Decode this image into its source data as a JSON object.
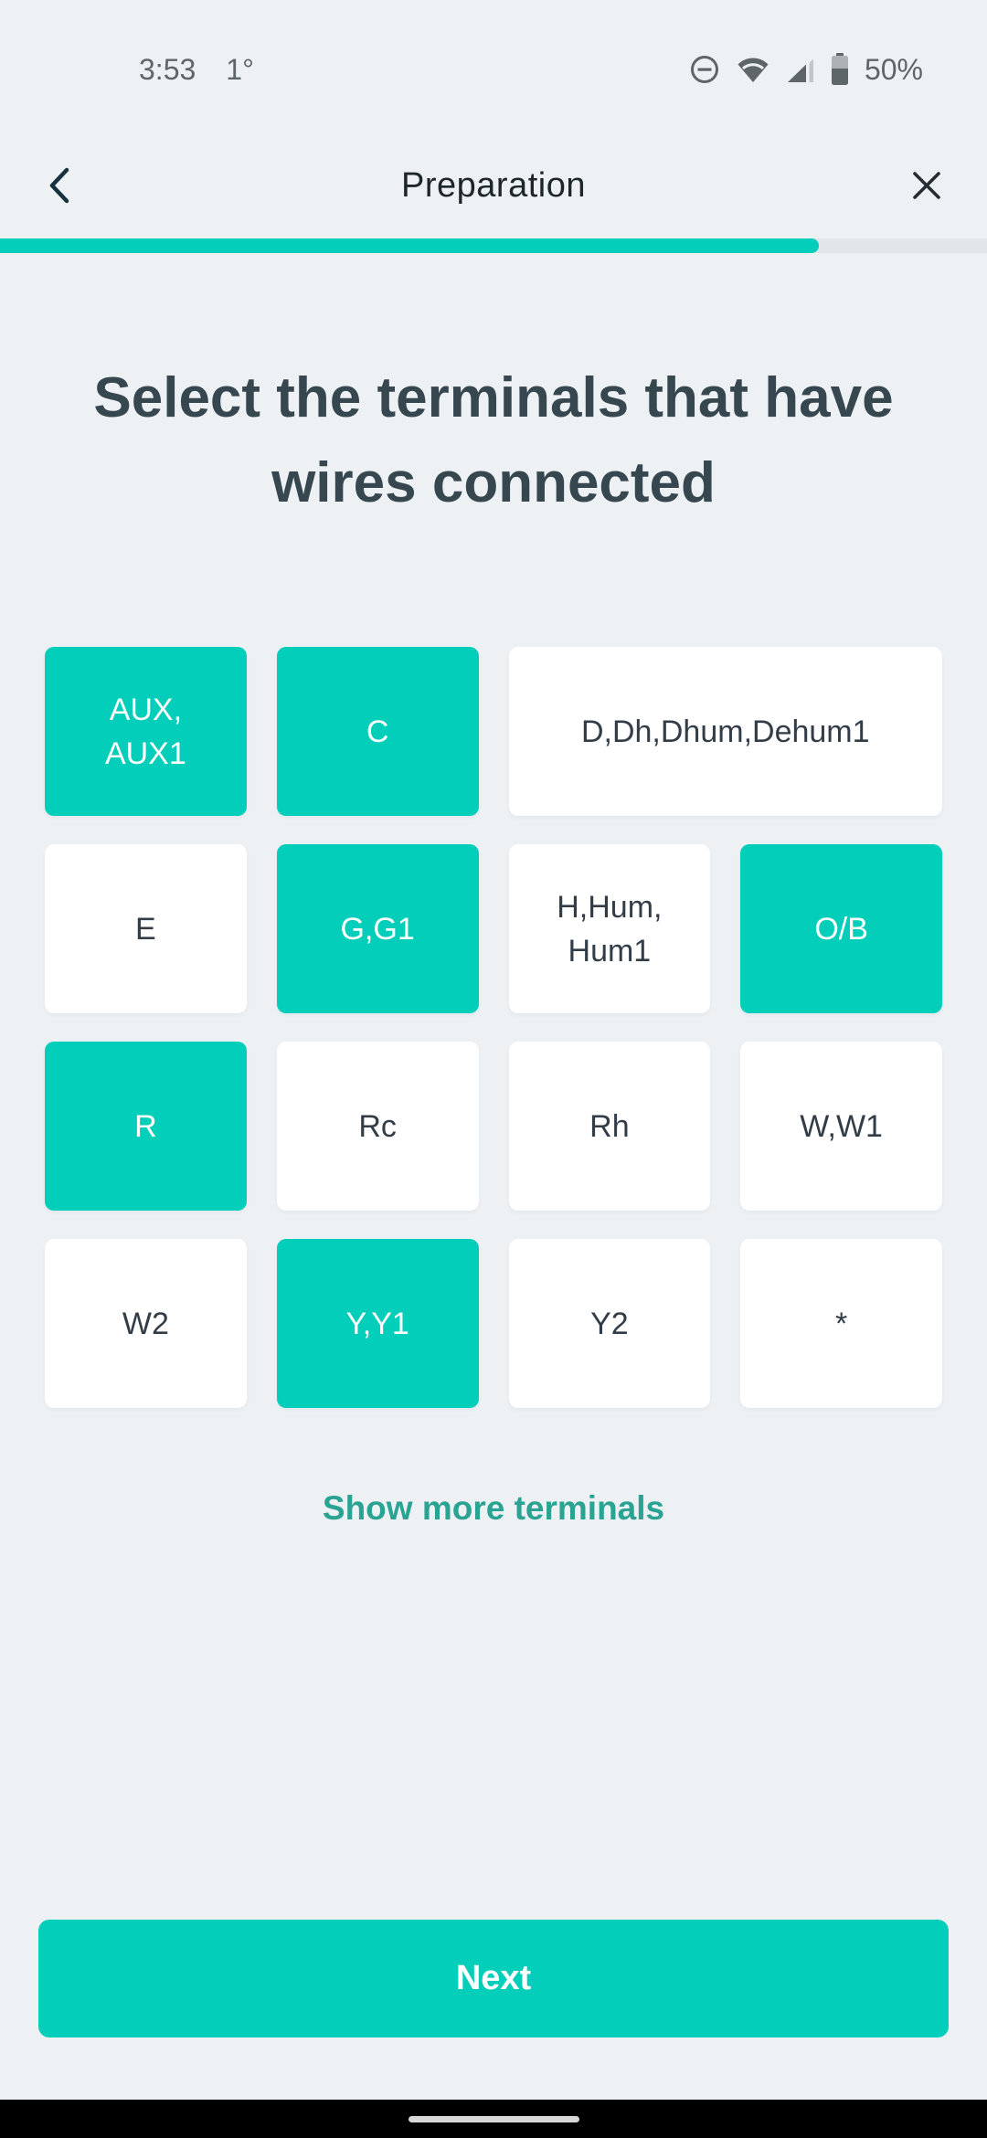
{
  "status_bar": {
    "time": "3:53",
    "temperature": "1°",
    "battery_percent": "50%",
    "icons": [
      "do-not-disturb-icon",
      "wifi-icon",
      "cellular-signal-icon",
      "battery-icon"
    ]
  },
  "header": {
    "title": "Preparation",
    "back_icon": "chevron-left-icon",
    "close_icon": "close-icon"
  },
  "progress": {
    "percent": 83
  },
  "main": {
    "title": "Select the terminals that have wires connected",
    "terminals": [
      {
        "id": "aux-aux1",
        "label": "AUX,\nAUX1",
        "selected": true,
        "span": 1
      },
      {
        "id": "c",
        "label": "C",
        "selected": true,
        "span": 1
      },
      {
        "id": "d-dh-dhum-dehum1",
        "label": "D,Dh,Dhum,Dehum1",
        "selected": false,
        "span": 2
      },
      {
        "id": "e",
        "label": "E",
        "selected": false,
        "span": 1
      },
      {
        "id": "g-g1",
        "label": "G,G1",
        "selected": true,
        "span": 1
      },
      {
        "id": "h-hum-hum1",
        "label": "H,Hum,\nHum1",
        "selected": false,
        "span": 1
      },
      {
        "id": "o-b",
        "label": "O/B",
        "selected": true,
        "span": 1
      },
      {
        "id": "r",
        "label": "R",
        "selected": true,
        "span": 1
      },
      {
        "id": "rc",
        "label": "Rc",
        "selected": false,
        "span": 1
      },
      {
        "id": "rh",
        "label": "Rh",
        "selected": false,
        "span": 1
      },
      {
        "id": "w-w1",
        "label": "W,W1",
        "selected": false,
        "span": 1
      },
      {
        "id": "w2",
        "label": "W2",
        "selected": false,
        "span": 1
      },
      {
        "id": "y-y1",
        "label": "Y,Y1",
        "selected": true,
        "span": 1
      },
      {
        "id": "y2",
        "label": "Y2",
        "selected": false,
        "span": 1
      },
      {
        "id": "star",
        "label": "*",
        "selected": false,
        "span": 1
      }
    ],
    "show_more_label": "Show more terminals"
  },
  "footer": {
    "next_label": "Next"
  },
  "colors": {
    "accent_teal": "#02ceba",
    "link_teal": "#2aa392",
    "title_text": "#36474f",
    "background": "#edf1f4",
    "status_gray": "#5e6569",
    "nav_bar": "#000000"
  }
}
